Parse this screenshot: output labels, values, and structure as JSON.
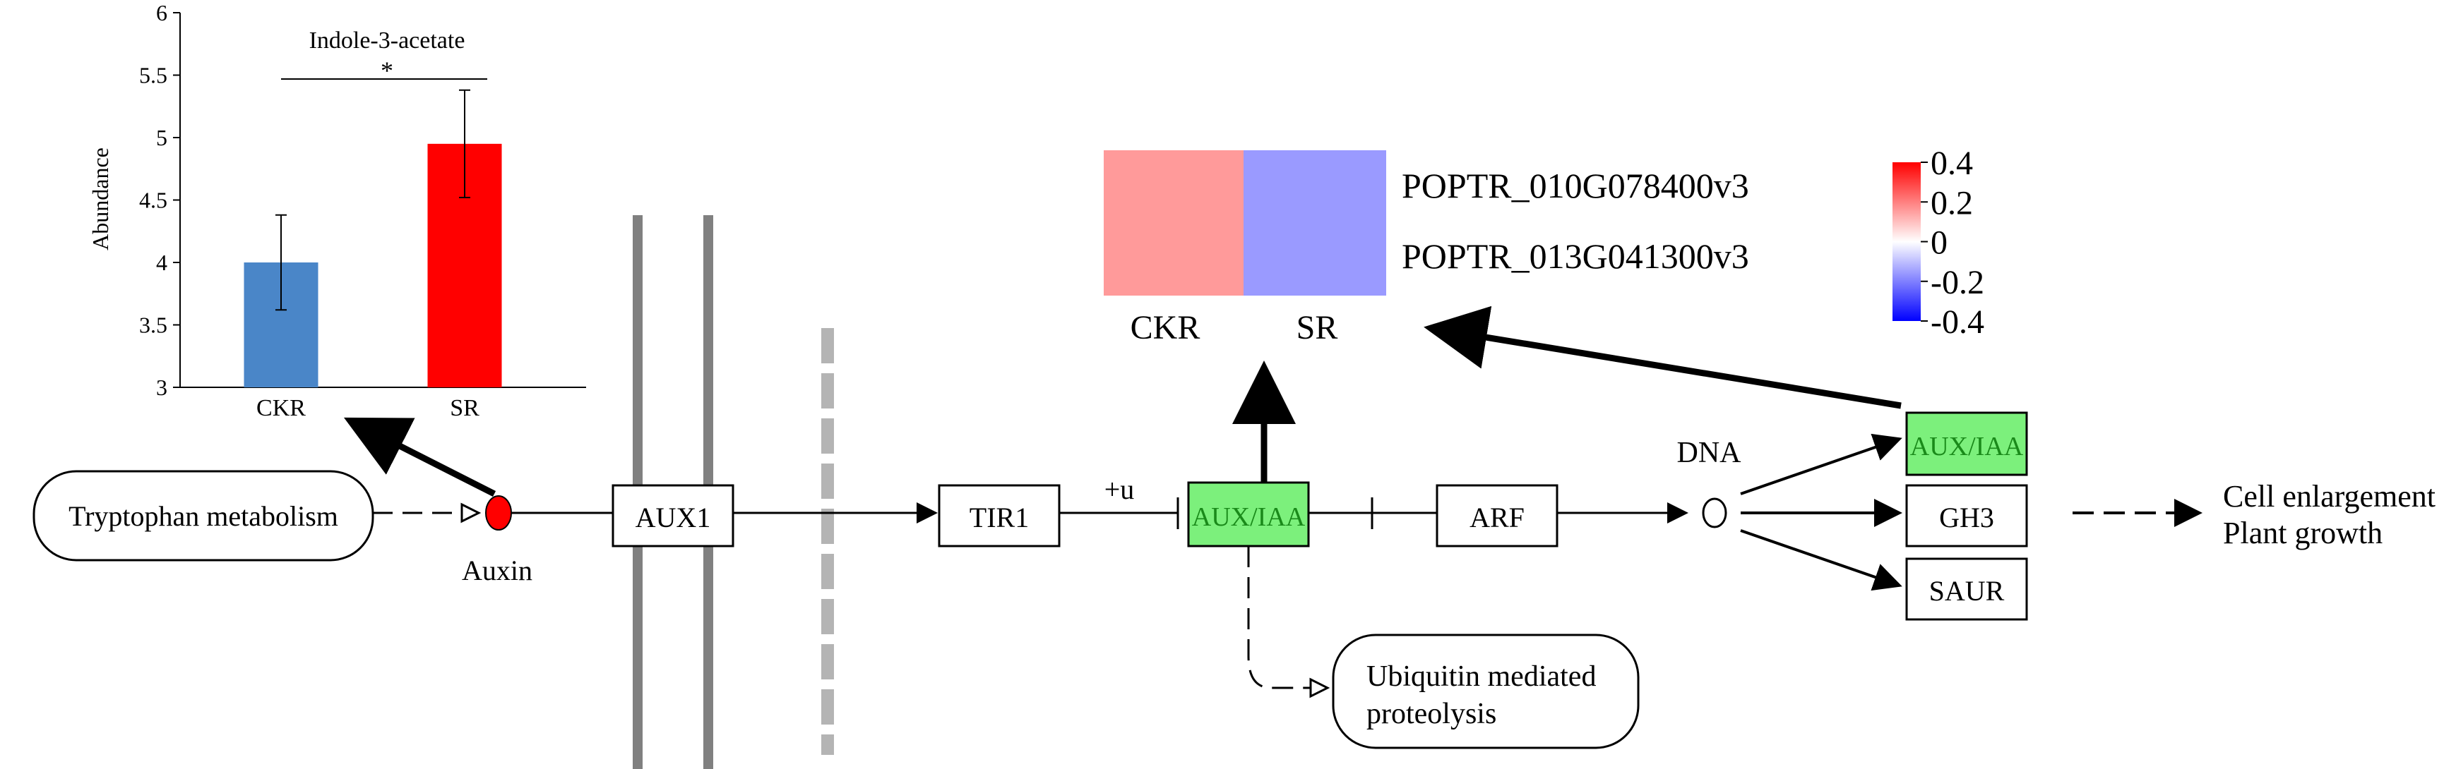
{
  "chart_data": {
    "type": "bar",
    "title": "Indole-3-acetate",
    "categories": [
      "CKR",
      "SR"
    ],
    "values": [
      4.0,
      4.95
    ],
    "errors": [
      0.38,
      0.43
    ],
    "colors": [
      "#4a86c8",
      "#ff0000"
    ],
    "ylabel": "Abundance",
    "xlabel": "",
    "ylim": [
      3,
      6
    ],
    "yticks": [
      "3",
      "3.5",
      "4",
      "4.5",
      "5",
      "5.5",
      "6"
    ],
    "significance": "*"
  },
  "heatmap": {
    "columns": [
      "CKR",
      "SR"
    ],
    "rows": [
      "POPTR_010G078400v3",
      "POPTR_013G041300v3"
    ],
    "cell_colors": [
      "#ff9a9a",
      "#9a9aff"
    ],
    "legend_ticks": [
      "0.4",
      "0.2",
      "0",
      "-0.2",
      "-0.4"
    ],
    "legend_colors": {
      "high": "#ff0000",
      "mid": "#ffffff",
      "low": "#0000ff"
    }
  },
  "pathway": {
    "tryptophan": "Tryptophan metabolism",
    "auxin": "Auxin",
    "aux1": "AUX1",
    "tir1": "TIR1",
    "ubiquitination": "+u",
    "auxiaa_1": "AUX/IAA",
    "arf": "ARF",
    "dna": "DNA",
    "auxiaa_2": "AUX/IAA",
    "gh3": "GH3",
    "saur": "SAUR",
    "ubiquitin_line1": "Ubiquitin mediated",
    "ubiquitin_line2": "proteolysis",
    "outcome_line1": "Cell enlargement",
    "outcome_line2": "Plant growth"
  },
  "colors": {
    "highlight_gene": "#7cf07c",
    "gene_text_highlight": "#1a8a1a",
    "metabolite": "#ff0000",
    "membrane": "#808080",
    "membrane_dashed": "#b4b4b4"
  }
}
